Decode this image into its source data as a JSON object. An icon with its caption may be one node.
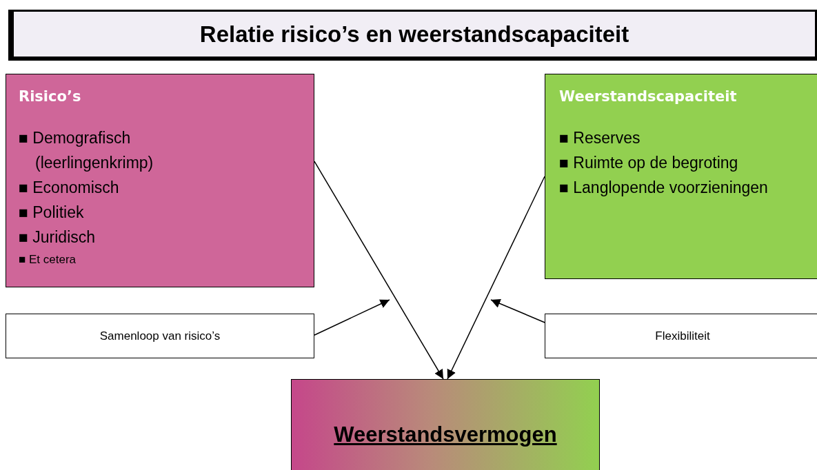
{
  "diagram": {
    "title": "Relatie risico’s en weerstandscapaciteit",
    "nodes": [
      {
        "text": [
          "Risico’s",
          "■ Demografisch (leerlingenkrimp)",
          "■ Economisch",
          "■ Politiek",
          "■ Juridisch",
          "■ Et cetera"
        ]
      },
      {
        "text": [
          "Weerstandscapaciteit",
          "■ Reserves",
          "■ Ruimte op de begroting",
          "■ Langlopende voorzieningen"
        ]
      },
      {
        "text": [
          "Samenloop van risico’s"
        ]
      },
      {
        "text": [
          "Flexibiliteit"
        ]
      },
      {
        "text": [
          "Weerstandsvermogen"
        ]
      }
    ],
    "edges": [
      {
        "from": 0,
        "to": 4,
        "arrow": "to"
      },
      {
        "from": 1,
        "to": 4,
        "arrow": "to"
      },
      {
        "from": 2,
        "to": null,
        "arrow": "to"
      },
      {
        "from": 3,
        "to": null,
        "arrow": "to"
      }
    ]
  }
}
